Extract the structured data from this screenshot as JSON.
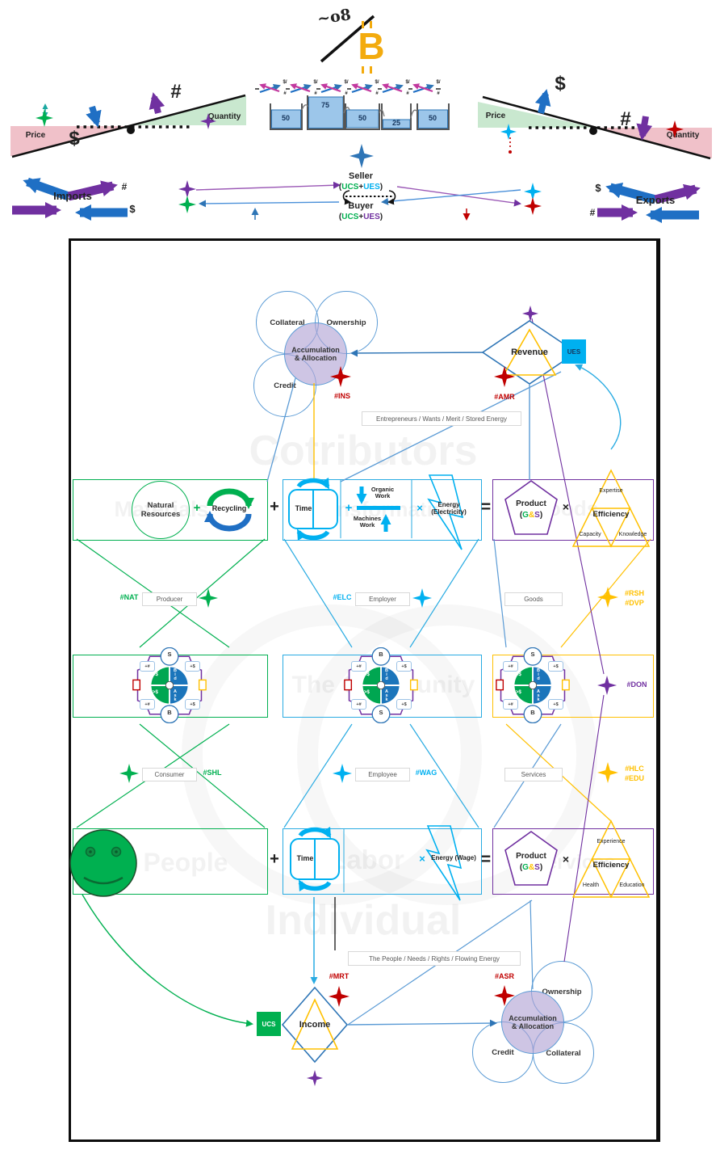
{
  "top": {
    "squiggle": "~o8",
    "bitcoin_letter": "B",
    "left_market": {
      "price_label": "Price",
      "quantity_label": "Quantity",
      "dollar": "$",
      "hash": "#"
    },
    "right_market": {
      "price_label": "Price",
      "quantity_label": "Quantity",
      "dollar": "$",
      "hash": "#"
    },
    "buckets": {
      "values": [
        "50",
        "75",
        "50",
        "25",
        "50"
      ],
      "exchange_top": "$/",
      "exchange_bottom": "#"
    },
    "imports": {
      "label": "Imports",
      "hash": "#",
      "dollar": "$"
    },
    "exports": {
      "label": "Exports",
      "dollar": "$",
      "hash": "#"
    },
    "center": {
      "seller": "Seller",
      "buyer": "Buyer",
      "open": "(",
      "ucs": "UCS",
      "plus": "+",
      "ues": "UES",
      "close": ")"
    }
  },
  "main": {
    "top_cluster": {
      "collateral": "Collateral",
      "ownership": "Ownership",
      "credit": "Credit",
      "center_line1": "Accumulation",
      "center_line2": "& Allocation",
      "tag": "#INS"
    },
    "revenue": {
      "label": "Revenue",
      "tag": "#AMR",
      "ues": "UES"
    },
    "entrepreneurs_note": "Entrepreneurs / Wants / Merit / Stored Energy",
    "row1": {
      "natural_resources": "Natural Resources",
      "plus_green": "+",
      "recycling": "Recycling",
      "plus": "+",
      "time": "Time",
      "plus_cyan": "+",
      "organic_work": "Organic Work",
      "machines_work": "Machines Work",
      "times_cyan": "×",
      "energy": "Energy (Electricity)",
      "equals": "=",
      "product": "Product",
      "open": "(",
      "g": "G",
      "amp": "&",
      "s": "S",
      "close": ")",
      "times": "×",
      "eff_top": "Expertise",
      "eff_center": "Efficiency",
      "eff_left": "Capacity",
      "eff_right": "Knowledge"
    },
    "labels_a": {
      "nat": "#NAT",
      "producer": "Producer",
      "elc": "#ELC",
      "employer": "Employer",
      "goods": "Goods",
      "rsh": "#RSH",
      "dvp": "#DVP"
    },
    "emblems": {
      "left_top": "S",
      "left_bottom": "B",
      "mid_top": "B",
      "mid_bottom": "S",
      "right_top": "S",
      "right_bottom": "B",
      "corner_hash": "+#",
      "corner_dollar": "+$",
      "lt": "<$",
      "gt": ">$",
      "bid": "Bid",
      "ask": "Ask",
      "don": "#DON"
    },
    "labels_b": {
      "consumer": "Consumer",
      "shl": "#SHL",
      "employee": "Employee",
      "wag": "#WAG",
      "services": "Services",
      "hlc": "#HLC",
      "edu": "#EDU"
    },
    "row3": {
      "plus": "+",
      "time": "Time",
      "times_cyan": "×",
      "energy": "Energy (Wage)",
      "equals": "=",
      "product": "Product",
      "open": "(",
      "g": "G",
      "amp": "&",
      "s": "S",
      "close": ")",
      "times": "×",
      "eff_top": "Experience",
      "eff_center": "Efficiency",
      "eff_left": "Health",
      "eff_right": "Education"
    },
    "people_note": "The People / Needs / Rights / Flowing Energy",
    "income": {
      "label": "Income",
      "tag": "#MRT",
      "ucs": "UCS"
    },
    "bottom_cluster": {
      "ownership": "Ownership",
      "credit": "Credit",
      "collateral": "Collateral",
      "center_line1": "Accumulation",
      "center_line2": "& Allocation",
      "tag": "#ASR"
    },
    "watermarks": {
      "top": "Cotributors",
      "middle": "The Community",
      "bottom": "Individual",
      "box1": "Materials",
      "box2": "Transformation",
      "box3": "Goods",
      "box4": "People",
      "box5": "Labor",
      "box6": "Services"
    },
    "colors": {
      "green": "#00b050",
      "cyan": "#00b0f0",
      "purple": "#7030a0",
      "red": "#c00000",
      "gold": "#ffc000",
      "blue": "#2e75b6"
    }
  }
}
